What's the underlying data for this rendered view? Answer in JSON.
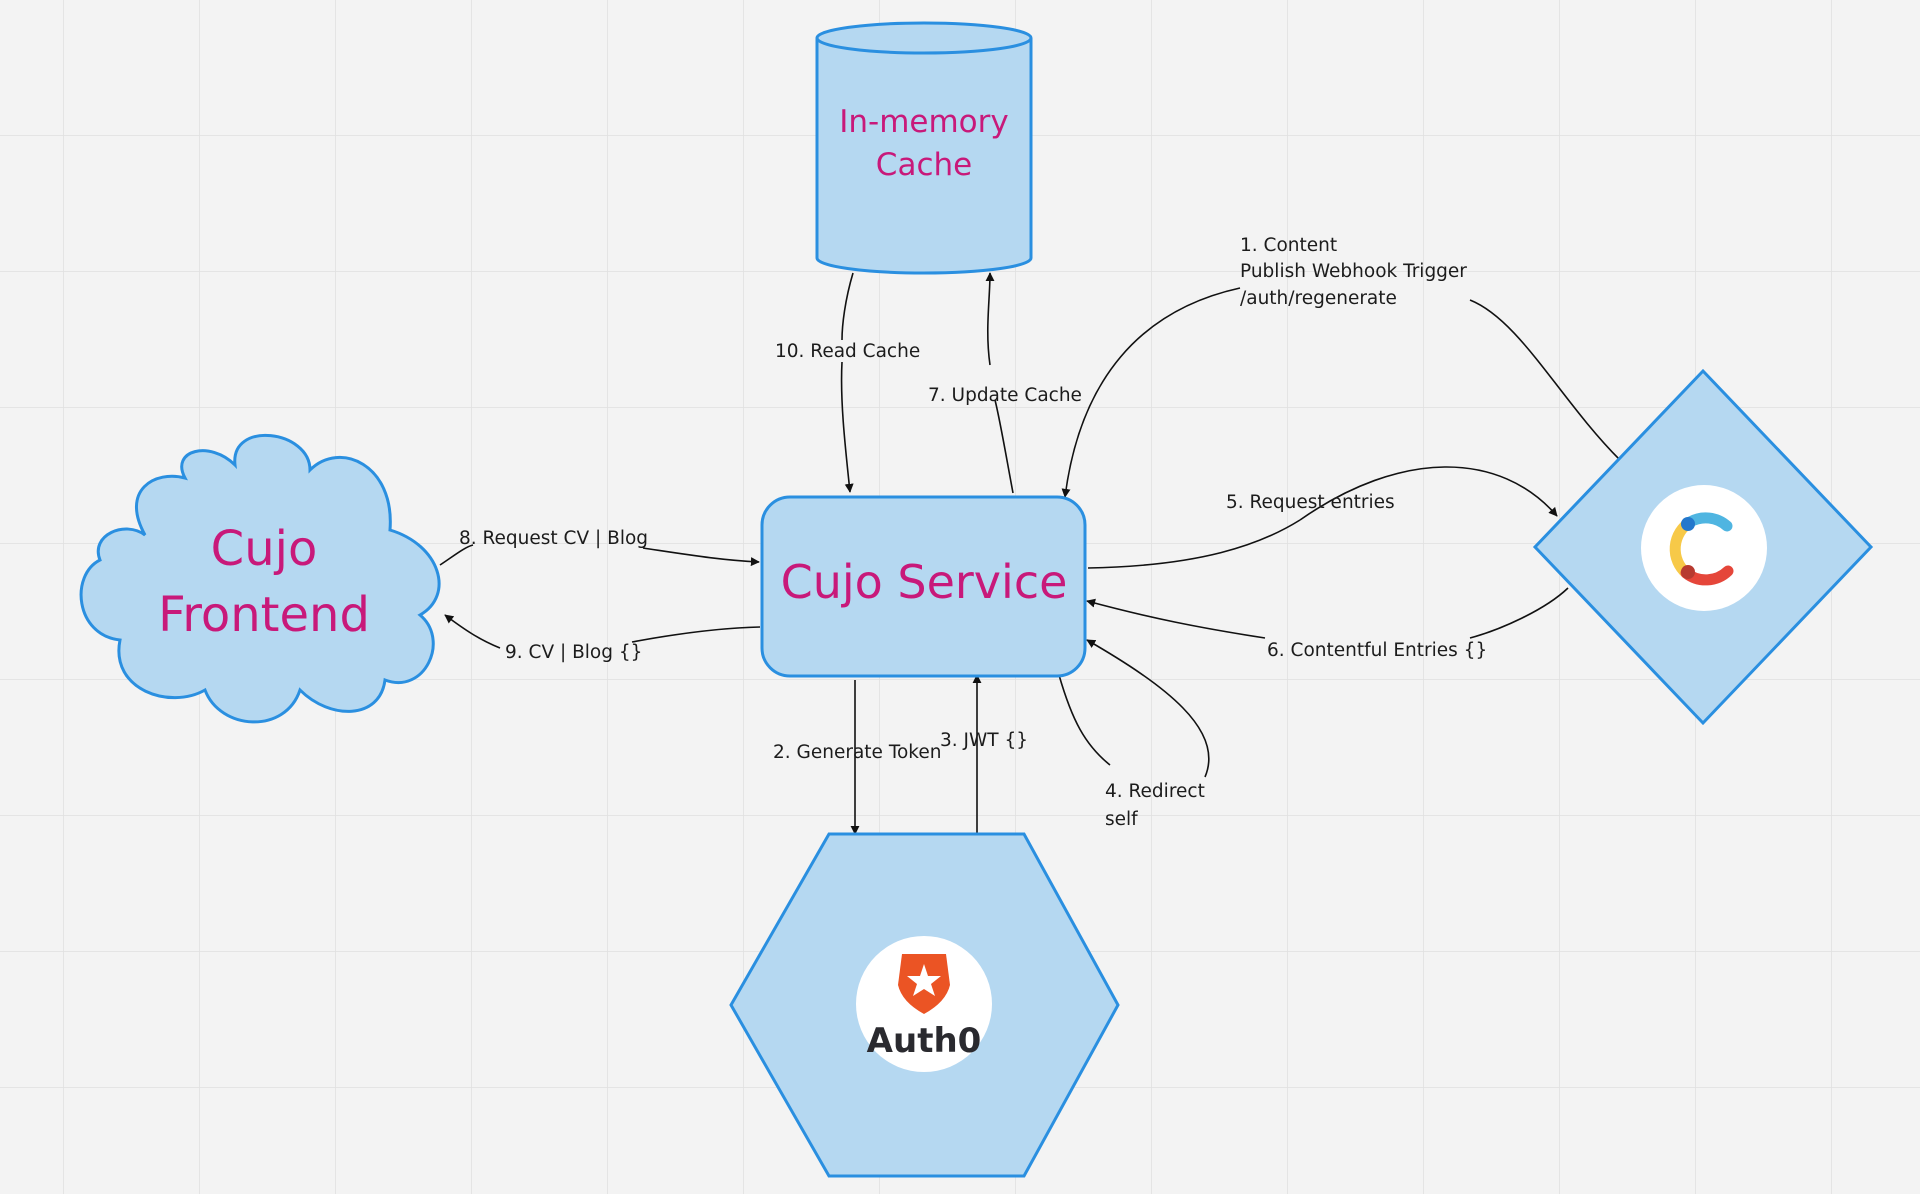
{
  "nodes": {
    "cache": {
      "label_line1": "In-memory",
      "label_line2": "Cache"
    },
    "frontend": {
      "label_line1": "Cujo",
      "label_line2": "Frontend"
    },
    "service": {
      "label": "Cujo Service"
    },
    "contentful": {
      "icon": "contentful-logo-icon"
    },
    "auth0": {
      "text": "Auth0",
      "icon": "auth0-logo-icon"
    }
  },
  "edges": {
    "e1": {
      "line1": "1. Content",
      "line2": "Publish Webhook Trigger",
      "line3": "/auth/regenerate"
    },
    "e2": {
      "label": "2. Generate Token"
    },
    "e3": {
      "label": "3. JWT {}"
    },
    "e4": {
      "line1": "4. Redirect",
      "line2": "self"
    },
    "e5": {
      "label": "5. Request entries"
    },
    "e6": {
      "label": "6. Contentful Entries {}"
    },
    "e7": {
      "label": "7. Update Cache"
    },
    "e8": {
      "label": "8. Request CV | Blog"
    },
    "e9": {
      "label": "9. CV | Blog {}"
    },
    "e10": {
      "label": "10. Read Cache"
    }
  },
  "colors": {
    "shape_fill": "#b5d8f1",
    "shape_stroke": "#2a8fe0",
    "label_text": "#c8197a",
    "grid": "#e2e2e2",
    "background": "#f3f3f3"
  }
}
